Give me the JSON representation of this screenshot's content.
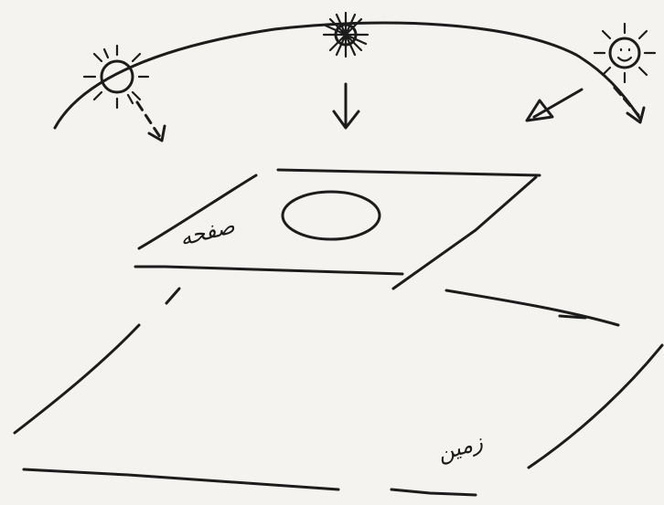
{
  "diagram": {
    "labels": {
      "paper": "صفحه",
      "ground": "زمین"
    },
    "suns": [
      {
        "position": "left",
        "icon": "sun-icon"
      },
      {
        "position": "top",
        "icon": "sun-icon"
      },
      {
        "position": "right",
        "icon": "sun-icon"
      }
    ],
    "colors": {
      "ink": "#1c1c1c",
      "paper": "#f4f3ef"
    }
  }
}
